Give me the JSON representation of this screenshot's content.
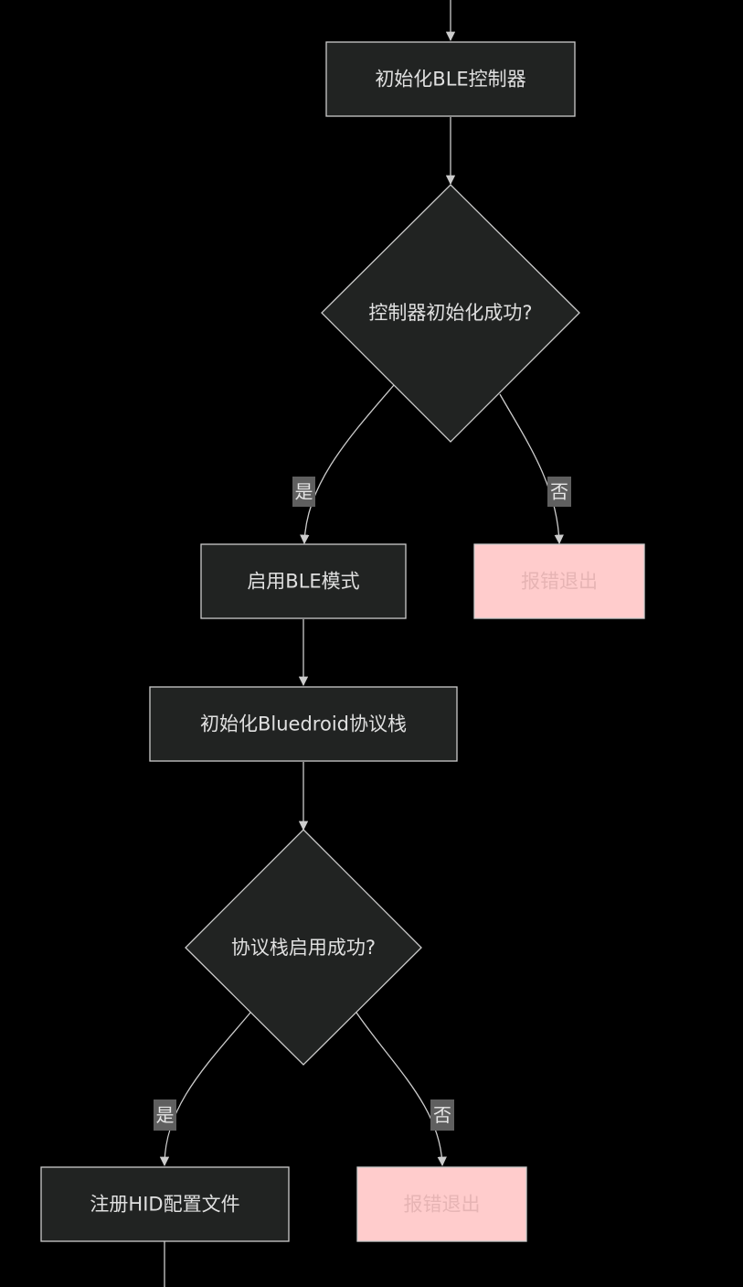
{
  "colors": {
    "background": "#000000",
    "node_fill": "#212322",
    "node_stroke": "#cccccc",
    "node_text": "#e0e0e0",
    "error_fill": "#ffcccc",
    "error_text": "#e6b4b4",
    "edge": "#cccccc",
    "edge_label_bg": "#5f5f5f"
  },
  "nodes": {
    "init_ble_controller": "初始化BLE控制器",
    "controller_init_ok": "控制器初始化成功?",
    "enable_ble_mode": "启用BLE模式",
    "error_exit_1": "报错退出",
    "init_bluedroid_stack": "初始化Bluedroid协议栈",
    "stack_enable_ok": "协议栈启用成功?",
    "register_hid_profile": "注册HID配置文件",
    "error_exit_2": "报错退出"
  },
  "edge_labels": {
    "yes_1": "是",
    "no_1": "否",
    "yes_2": "是",
    "no_2": "否"
  }
}
